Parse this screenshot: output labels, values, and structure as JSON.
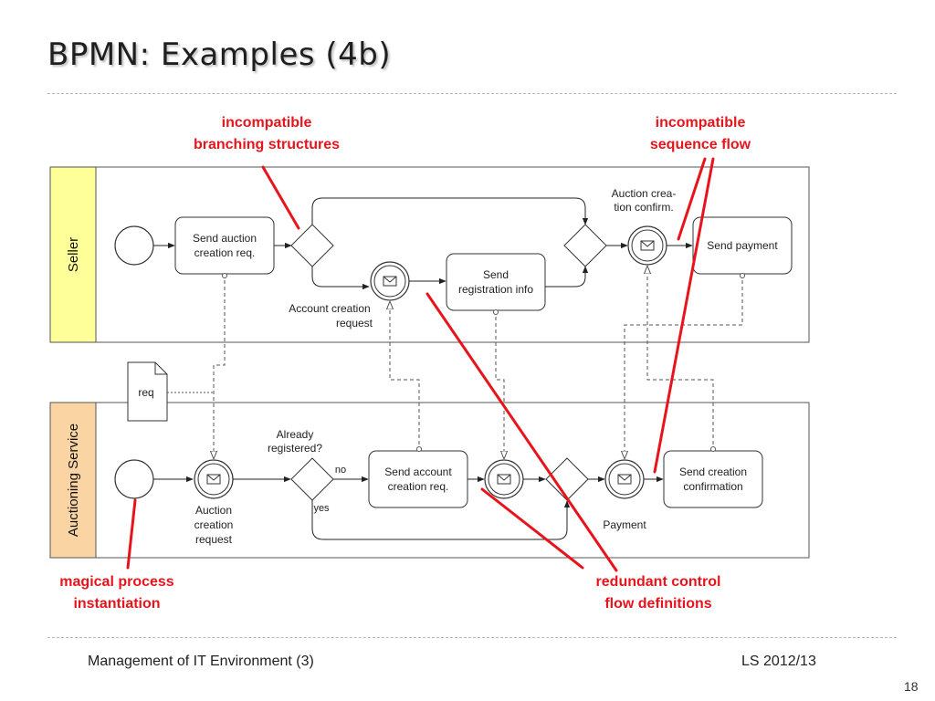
{
  "slide": {
    "title": "BPMN: Examples (4b)",
    "footer_left": "Management of IT Environment (3)",
    "footer_right": "LS 2012/13",
    "page_number": "18"
  },
  "colors": {
    "seller_lane": "#ffff99",
    "auctioning_lane": "#fbd4a4",
    "annotation_red": "#e8141c"
  },
  "lanes": {
    "seller": "Seller",
    "auctioning": "Auctioning Service"
  },
  "tasks": {
    "send_auction_l1": "Send auction",
    "send_auction_l2": "creation req.",
    "send_reg_l1": "Send",
    "send_reg_l2": "registration info",
    "send_payment": "Send payment",
    "send_account_l1": "Send account",
    "send_account_l2": "creation req.",
    "send_creation_l1": "Send creation",
    "send_creation_l2": "confirmation"
  },
  "labels": {
    "account_creation_l1": "Account creation",
    "account_creation_l2": "request",
    "auction_confirm_l1": "Auction crea-",
    "auction_confirm_l2": "tion confirm.",
    "already_registered_l1": "Already",
    "already_registered_l2": "registered?",
    "no": "no",
    "yes": "yes",
    "auction_request_l1": "Auction",
    "auction_request_l2": "creation",
    "auction_request_l3": "request",
    "payment": "Payment",
    "req": "req"
  },
  "annotations": {
    "branching_l1": "incompatible",
    "branching_l2": "branching structures",
    "seqflow_l1": "incompatible",
    "seqflow_l2": "sequence flow",
    "magical_l1": "magical process",
    "magical_l2": "instantiation",
    "redundant_l1": "redundant control",
    "redundant_l2": "flow definitions"
  }
}
